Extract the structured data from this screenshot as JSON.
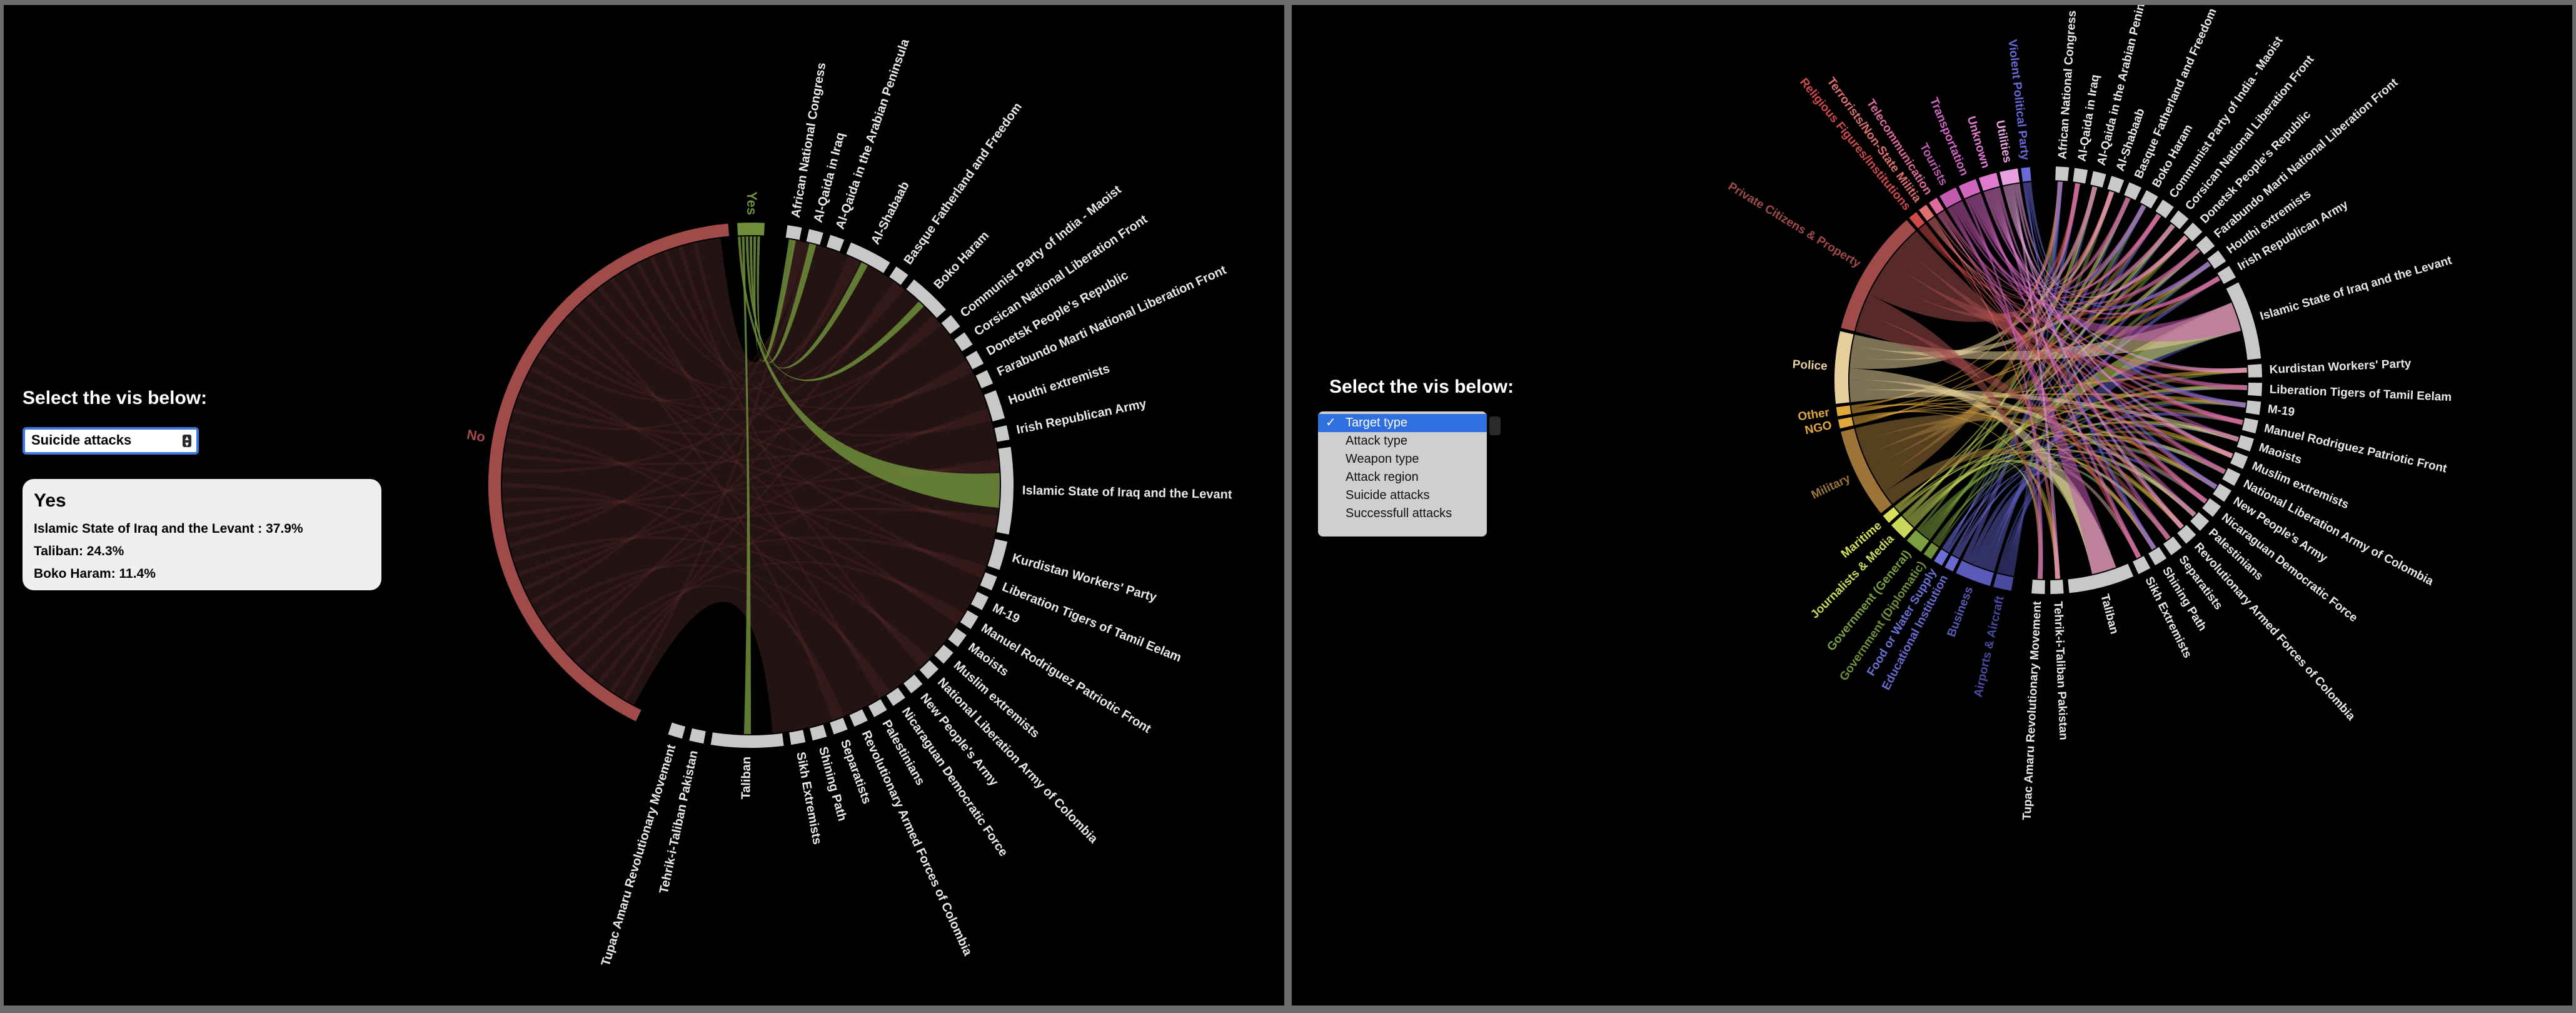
{
  "left": {
    "title": "Select the vis below:",
    "select_value": "Suicide attacks",
    "tooltip": {
      "heading": "Yes",
      "rows": [
        "Islamic State of Iraq and the Levant : 37.9%",
        "Taliban: 24.3%",
        "Boko Haram: 11.4%"
      ]
    },
    "chord": {
      "category_groups": [
        {
          "label": "No",
          "color": "#a14a4a"
        },
        {
          "label": "Yes",
          "color": "#6f8f3a"
        }
      ],
      "group_labels": [
        "African National Congress",
        "Al-Qaida in Iraq",
        "Al-Qaida in the Arabian Peninsula",
        "Al-Shabaab",
        "Basque Fatherland and Freedom",
        "Boko Haram",
        "Communist Party of India - Maoist",
        "Corsican National Liberation Front",
        "Donetsk People's Republic",
        "Farabundo Marti National Liberation Front",
        "Houthi extremists",
        "Irish Republican Army",
        "Islamic State of Iraq and the Levant",
        "Kurdistan Workers' Party",
        "Liberation Tigers of Tamil Eelam",
        "M-19",
        "Manuel Rodriguez Patriotic Front",
        "Maoists",
        "Muslim extremists",
        "National Liberation Army of Colombia",
        "New People's Army",
        "Nicaraguan Democratic Force",
        "Palestinians",
        "Revolutionary Armed Forces of Colombia",
        "Separatists",
        "Shining Path",
        "Sikh Extremists",
        "Taliban",
        "Tehrik-i-Taliban Pakistan",
        "Tupac Amaru Revolutionary Movement"
      ]
    }
  },
  "right": {
    "title": "Select the vis below:",
    "dropdown_options": [
      "Target type",
      "Attack type",
      "Weapon type",
      "Attack region",
      "Suicide attacks",
      "Successfull attacks"
    ],
    "selected_index": 0,
    "check_glyph": "✓",
    "chord": {
      "category_groups": [
        {
          "label": "Private Citizens & Property",
          "color": "#a14a4a"
        },
        {
          "label": "Police",
          "color": "#e6cf9a"
        },
        {
          "label": "Other",
          "color": "#e0a83a"
        },
        {
          "label": "NGO",
          "color": "#e0a83a"
        },
        {
          "label": "Military",
          "color": "#9c7438"
        },
        {
          "label": "Maritime",
          "color": "#d8e05a"
        },
        {
          "label": "Journalists & Media",
          "color": "#c9d85a"
        },
        {
          "label": "Government (General)",
          "color": "#7aa040"
        },
        {
          "label": "Government (Diplomatic)",
          "color": "#6f8f3a"
        },
        {
          "label": "Food or Water Supply",
          "color": "#6a70d8"
        },
        {
          "label": "Educational Institution",
          "color": "#6a6ad0"
        },
        {
          "label": "Business",
          "color": "#5a5ab8"
        },
        {
          "label": "Airports & Aircraft",
          "color": "#4a4aa0"
        },
        {
          "label": "Religious Figures/Institutions",
          "color": "#d04a4a"
        },
        {
          "label": "Terrorists/Non-State Militia",
          "color": "#e07070"
        },
        {
          "label": "Telecommunication",
          "color": "#e06aa0"
        },
        {
          "label": "Tourists",
          "color": "#c25ab0"
        },
        {
          "label": "Transportation",
          "color": "#d066c0"
        },
        {
          "label": "Unknown",
          "color": "#e07ad0"
        },
        {
          "label": "Utilities",
          "color": "#e8a0e0"
        },
        {
          "label": "Violent Political Party",
          "color": "#6a6ad8"
        }
      ],
      "group_labels": [
        "African National Congress",
        "Al-Qaida in Iraq",
        "Al-Qaida in the Arabian Peninsula",
        "Al-Shabaab",
        "Basque Fatherland and Freedom",
        "Boko Haram",
        "Communist Party of India - Maoist",
        "Corsican National Liberation Front",
        "Donetsk People's Republic",
        "Farabundo Marti National Liberation Front",
        "Houthi extremists",
        "Irish Republican Army",
        "Islamic State of Iraq and the Levant",
        "Kurdistan Workers' Party",
        "Liberation Tigers of Tamil Eelam",
        "M-19",
        "Manuel Rodriguez Patriotic Front",
        "Maoists",
        "Muslim extremists",
        "National Liberation Army of Colombia",
        "New People's Army",
        "Nicaraguan Democratic Force",
        "Palestinians",
        "Revolutionary Armed Forces of Colombia",
        "Separatists",
        "Shining Path",
        "Sikh Extremists",
        "Taliban",
        "Tehrik-i-Taliban Pakistan",
        "Tupac Amaru Revolutionary Movement"
      ]
    }
  },
  "colors": {
    "background": "#000000",
    "group_arc": "#c8c8c8",
    "label": "#e8e8e8",
    "frame": "#6b6b6b"
  }
}
